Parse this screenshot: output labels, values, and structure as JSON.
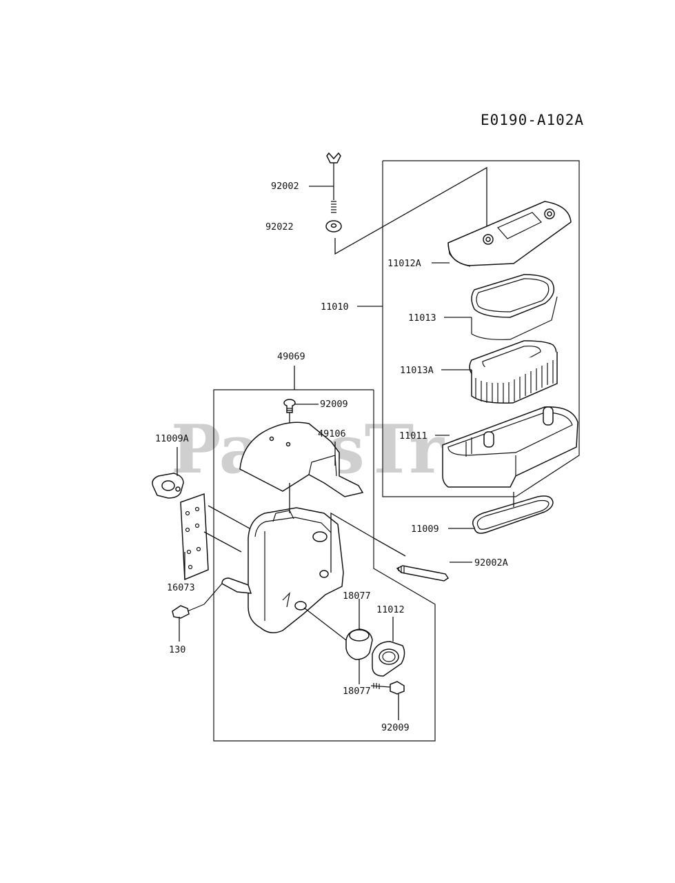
{
  "diagram_code": "E0190-A102A",
  "watermark": "PartsTree",
  "labels": {
    "p92002": "92002",
    "p92022": "92022",
    "p11012A": "11012A",
    "p11010": "11010",
    "p11013": "11013",
    "p11013A": "11013A",
    "p11011": "11011",
    "p11009": "11009",
    "p92002A": "92002A",
    "p49069": "49069",
    "p92009_top": "92009",
    "p49106": "49106",
    "p11009A": "11009A",
    "p16073": "16073",
    "p130": "130",
    "p18077_top": "18077",
    "p11012": "11012",
    "p18077_bottom": "18077",
    "p92009_bottom": "92009"
  }
}
